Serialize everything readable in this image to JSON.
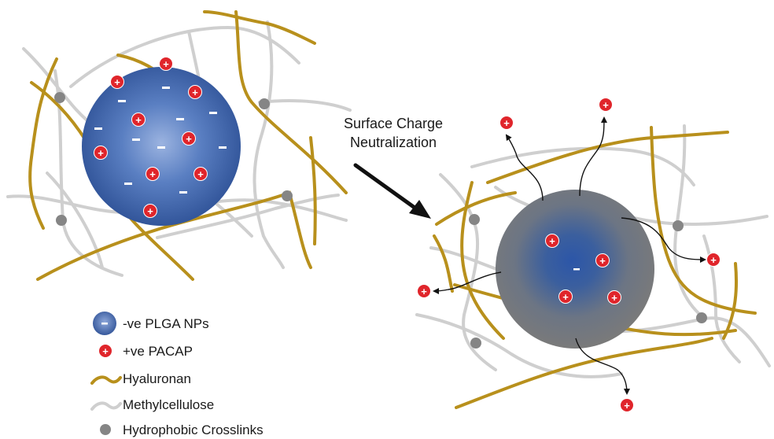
{
  "process_label": {
    "line1": "Surface Charge",
    "line2": "Neutralization"
  },
  "legend": {
    "nps": "-ve PLGA NPs",
    "pacap": "+ve PACAP",
    "hyaluronan": "Hyaluronan",
    "methylcellulose": "Methylcellulose",
    "crosslinks": "Hydrophobic Crosslinks"
  },
  "symbols": {
    "plus": "+",
    "minus": "–"
  },
  "colors": {
    "hyaluronan": "#b8901c",
    "methylcellulose": "#cfcfcf",
    "crosslink": "#858585",
    "pacap": "#e0252b",
    "np_blue": "#3b65ad",
    "np_gray": "#7c7c7c"
  }
}
